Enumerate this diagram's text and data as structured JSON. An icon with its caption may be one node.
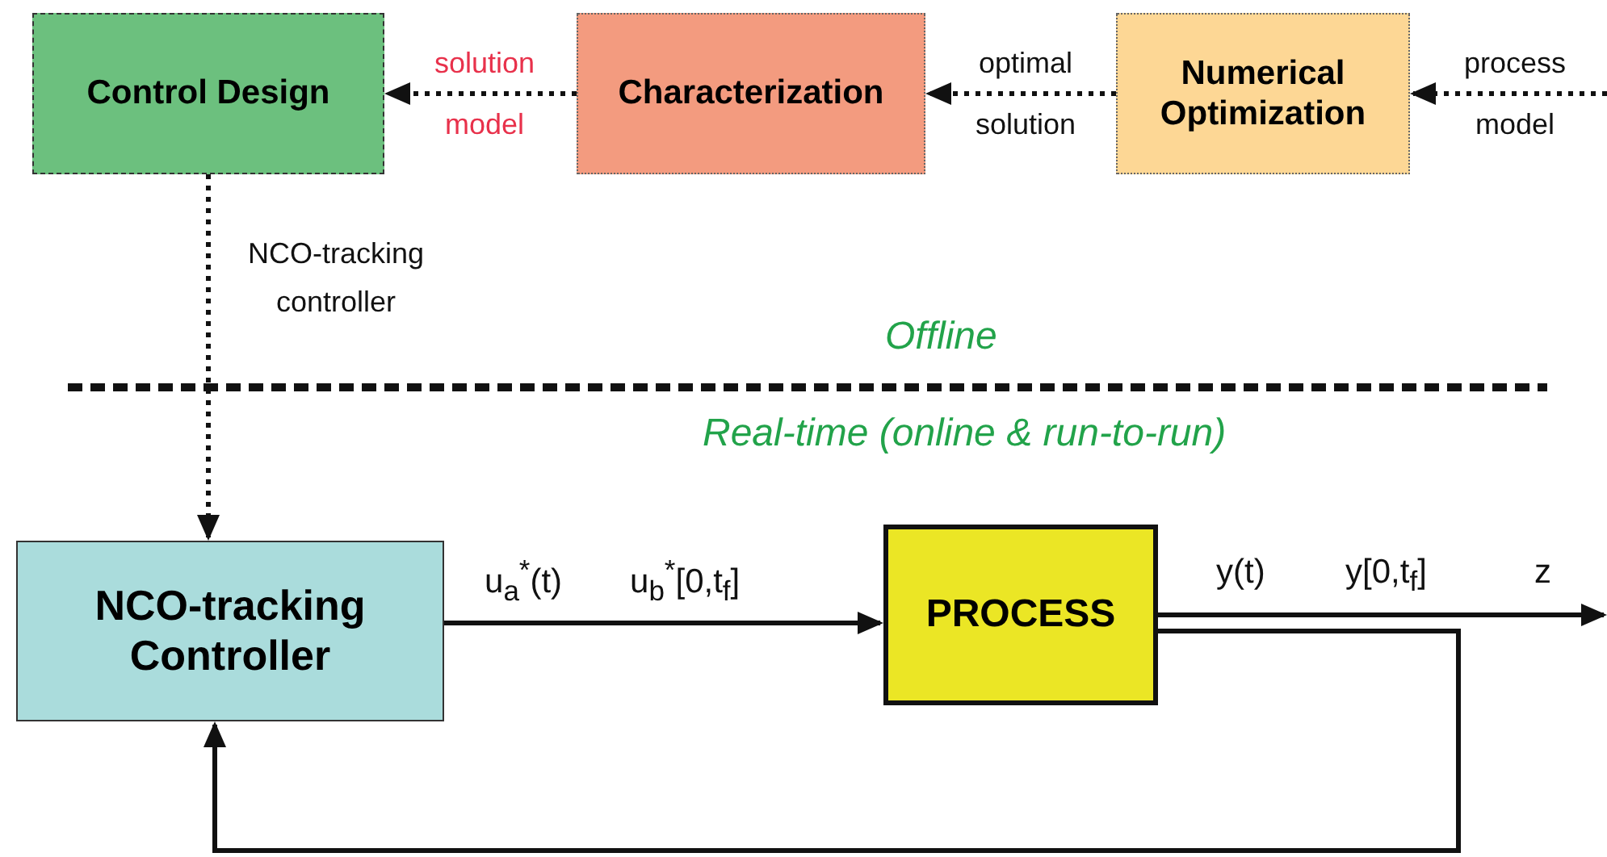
{
  "diagram": {
    "nodes": [
      {
        "text": [
          "Control Design"
        ]
      },
      {
        "text": [
          "Characterization"
        ]
      },
      {
        "text": [
          "Numerical Optimization"
        ]
      },
      {
        "text": [
          "NCO-tracking Controller"
        ]
      },
      {
        "text": [
          "PROCESS"
        ]
      }
    ],
    "edges": [
      {
        "from": null,
        "to": 2,
        "arrow": "to",
        "label": "process model",
        "style": "dashed"
      },
      {
        "from": 2,
        "to": 1,
        "arrow": "to",
        "label": "optimal solution",
        "style": "dashed"
      },
      {
        "from": 1,
        "to": 0,
        "arrow": "to",
        "label": "solution model",
        "style": "dashed"
      },
      {
        "from": 0,
        "to": 3,
        "arrow": "to",
        "label": "NCO-tracking controller",
        "style": "dashed"
      },
      {
        "from": 3,
        "to": 4,
        "arrow": "to"
      },
      {
        "from": 4,
        "to": null,
        "arrow": "to"
      },
      {
        "from": 4,
        "to": 3,
        "arrow": "to"
      }
    ],
    "labels": [
      "Offline",
      "Real-time (online & run-to-run)",
      "u$_{a}$$^{*}$(t)",
      "u$_{b}$$^{*}$[0,t$_{f}$]",
      "y(t)",
      "y[0,t$_{f}$]",
      "z"
    ]
  }
}
